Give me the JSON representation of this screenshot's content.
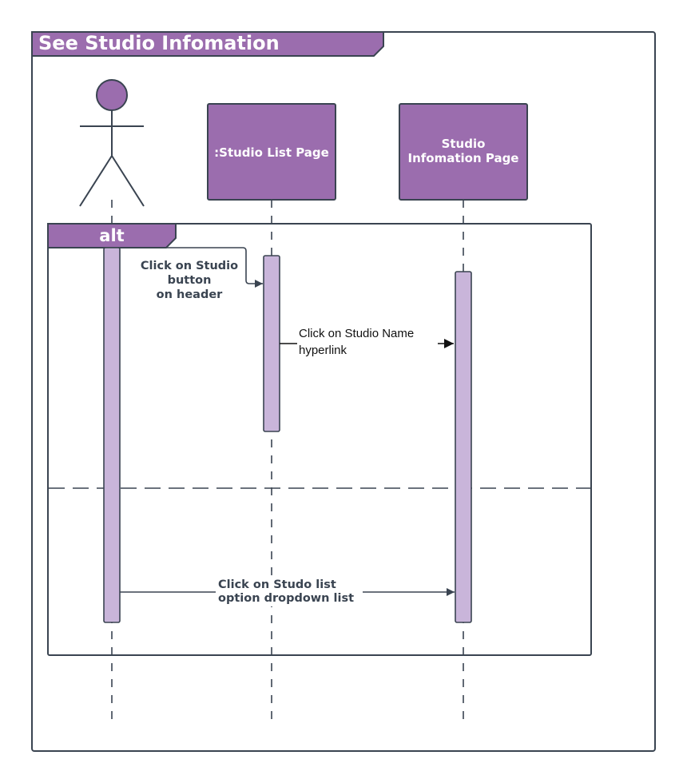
{
  "frame": {
    "title": "See Studio Infomation"
  },
  "fragment": {
    "operator": "alt"
  },
  "lifelines": [
    {
      "id": "actor",
      "label": ""
    },
    {
      "id": "studio-list-page",
      "label": ":Studio List Page"
    },
    {
      "id": "studio-info-page",
      "label_line1": "Studio",
      "label_line2": "Infomation Page"
    }
  ],
  "messages": [
    {
      "id": "m1",
      "lines": [
        "Click on Studio",
        "button",
        "on header"
      ]
    },
    {
      "id": "m2",
      "lines": [
        "Click on Studio Name",
        "hyperlink"
      ]
    },
    {
      "id": "m3",
      "lines": [
        "Click on Studo list",
        "option dropdown list"
      ]
    }
  ],
  "colors": {
    "purple": "#9b6dae",
    "activation": "#c9b5da",
    "stroke": "#3a4451"
  }
}
